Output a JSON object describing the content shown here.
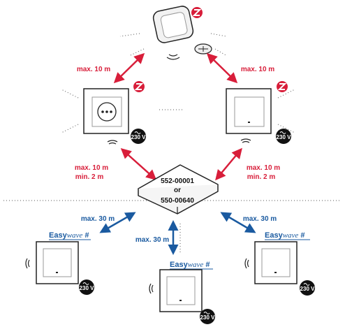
{
  "zigbee_labels": {
    "top_left_distance": "max. 10 m",
    "top_right_distance": "max. 10 m",
    "mid_left_distance": "max. 10 m",
    "mid_left_min": "min. 2 m",
    "mid_right_distance": "max. 10 m",
    "mid_right_min": "min. 2 m"
  },
  "hub": {
    "line1": "552-00001",
    "line2": "or",
    "line3": "550-00640"
  },
  "easywave_labels": {
    "left_distance": "max. 30 m",
    "center_distance": "max. 30 m",
    "right_distance": "max. 30 m",
    "brand_prefix": "Easy",
    "brand_suffix": "wave",
    "brand_mark": "#"
  },
  "voltage_badge": "230 V",
  "colors": {
    "zigbee_arrow": "#d81e3a",
    "easywave_arrow": "#1a5aa0",
    "label_red": "#d81e3a",
    "label_blue": "#1a5aa0",
    "badge": "#111111"
  },
  "icons": [
    "zigbee-logo-icon",
    "wireless-waves-icon",
    "voltage-badge-icon",
    "socket-icon",
    "coin-battery-icon"
  ]
}
